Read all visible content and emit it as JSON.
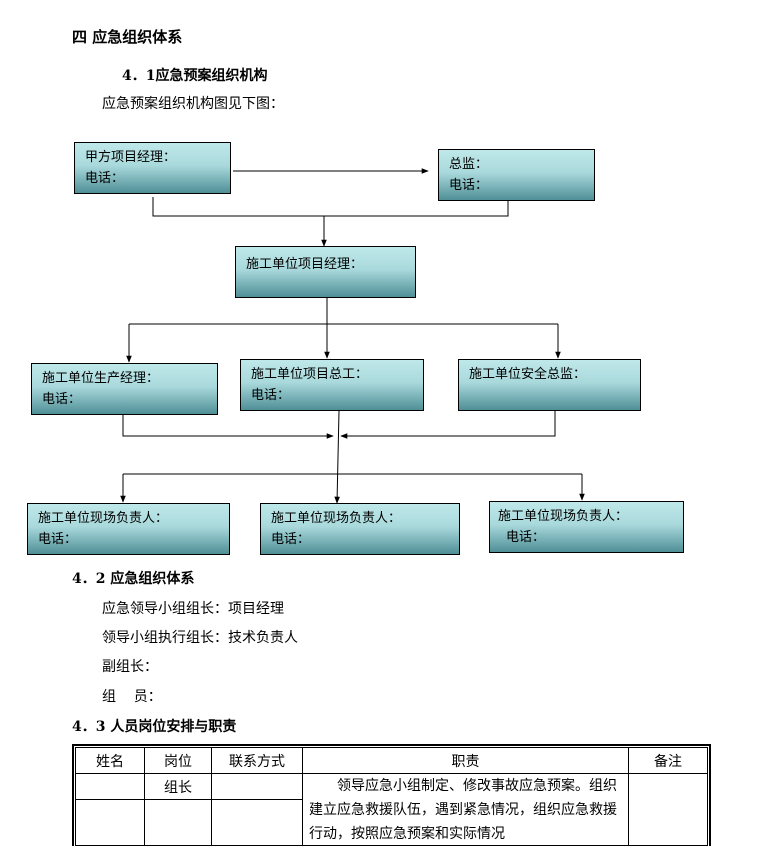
{
  "section": {
    "title": "四  应急组织体系",
    "sub1": "4．1应急预案组织机构",
    "intro": "应急预案组织机构图见下图："
  },
  "org": {
    "owner_pm": {
      "title": "甲方项目经理：",
      "phone": "电话："
    },
    "chief_supervisor": {
      "title": "总监：",
      "phone": "电话："
    },
    "contractor_pm": {
      "title": "施工单位项目经理："
    },
    "production_mgr": {
      "title": "施工单位生产经理：",
      "phone": "电话："
    },
    "chief_engineer": {
      "title": "施工单位项目总工：",
      "phone": "电话："
    },
    "safety_director": {
      "title": "施工单位安全总监："
    },
    "site_leads": [
      {
        "title": "施工单位现场负责人：",
        "phone": "电话："
      },
      {
        "title": "施工单位现场负责人：",
        "phone": "电话："
      },
      {
        "title": "施工单位现场负责人：",
        "phone": "电话："
      }
    ]
  },
  "section2": {
    "title": "4．2   应急组织体系",
    "lines": [
      "应急领导小组组长：项目经理",
      "领导小组执行组长：技术负责人",
      "副组长：",
      "组    员："
    ]
  },
  "section3": {
    "title": "4．3   人员岗位安排与职责",
    "table": {
      "headers": [
        "姓名",
        "岗位",
        "联系方式",
        "职责",
        "备注"
      ],
      "rows": [
        {
          "post": "组长",
          "duty": "领导应急小组制定、修改事故应急预案。组织建立应急救援队伍，遇到紧急情况，组织应急救援行动，按照应急预案和实际情况"
        }
      ]
    }
  }
}
